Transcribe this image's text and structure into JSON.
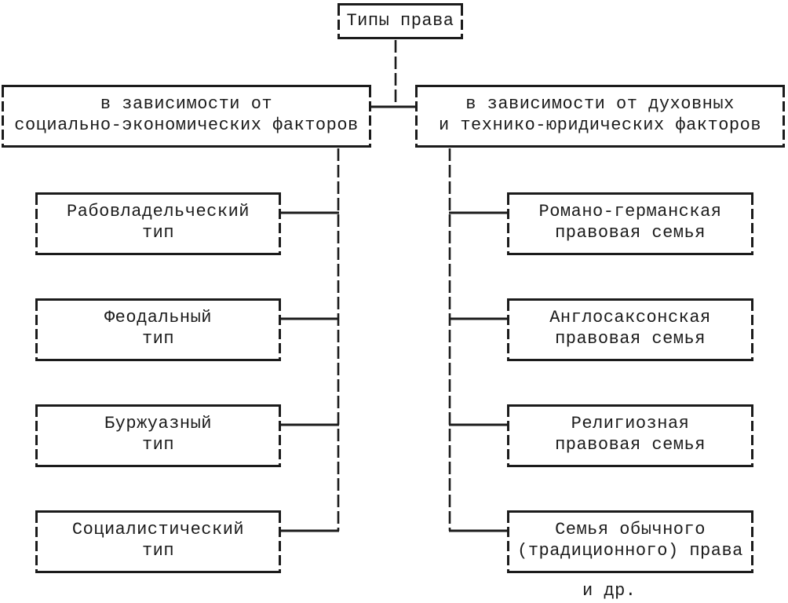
{
  "diagram": {
    "root": {
      "label": "Типы права"
    },
    "branches": [
      {
        "header": {
          "line1": "в зависимости от",
          "line2": "социально-экономических факторов"
        },
        "children": [
          {
            "line1": "Рабовладельческий",
            "line2": "тип"
          },
          {
            "line1": "Феодальный",
            "line2": "тип"
          },
          {
            "line1": "Буржуазный",
            "line2": "тип"
          },
          {
            "line1": "Социалистический",
            "line2": "тип"
          }
        ]
      },
      {
        "header": {
          "line1": "в зависимости от духовных",
          "line2": "и технико-юридических факторов"
        },
        "children": [
          {
            "line1": "Романо-германская",
            "line2": "правовая семья"
          },
          {
            "line1": "Англосаксонская",
            "line2": "правовая семья"
          },
          {
            "line1": "Религиозная",
            "line2": "правовая семья"
          },
          {
            "line1": "Семья обычного",
            "line2": "(традиционного) права"
          }
        ]
      }
    ],
    "footnote": "и др.",
    "colors": {
      "line": "#1b1b1b",
      "text": "#1b1b1b",
      "background": "#ffffff"
    }
  }
}
